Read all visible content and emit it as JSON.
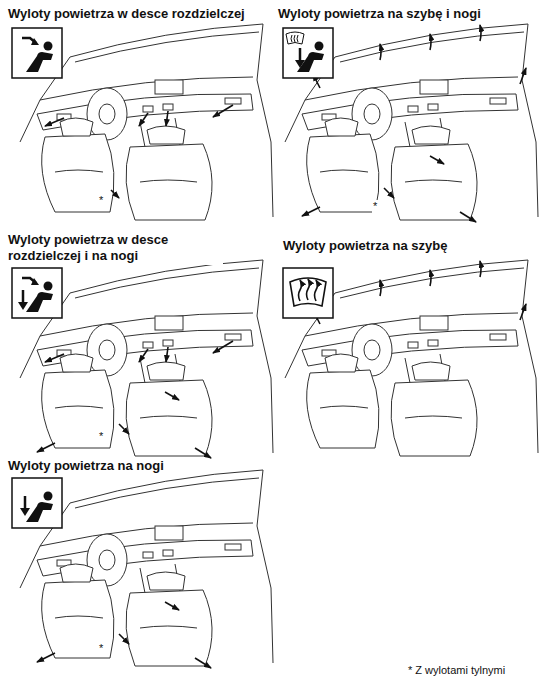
{
  "diagram": {
    "labels": [
      "Wyloty powietrza w desce rozdzielczej",
      "Wyloty powietrza na szybę i nogi",
      "*",
      "*",
      "Wyloty powietrza w desce rozdzielczej i na nogi",
      "Wyloty powietrza na szybę",
      "*",
      "Wyloty powietrza na nogi",
      "*",
      "* Z wylotami tylnymi"
    ]
  }
}
